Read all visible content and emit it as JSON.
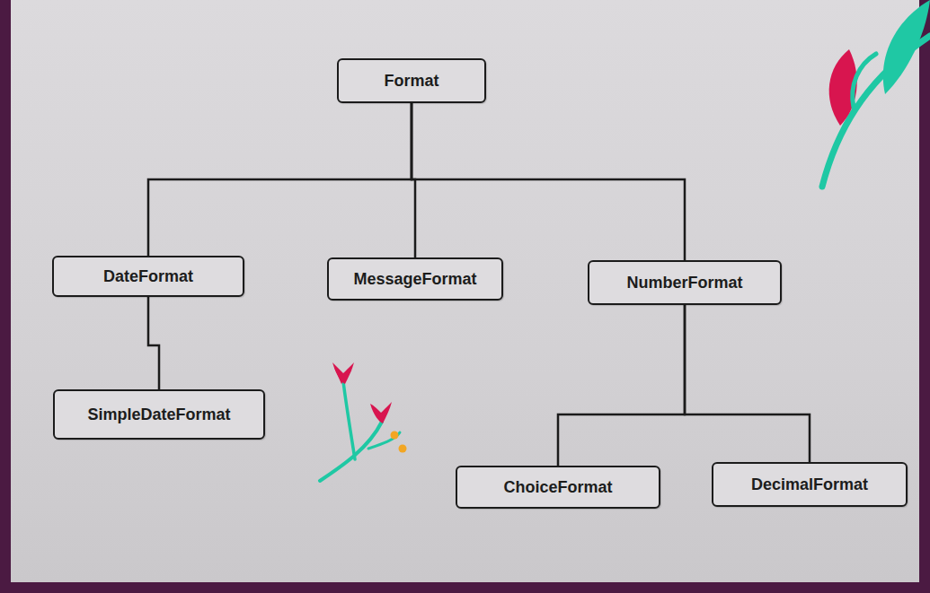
{
  "diagram": {
    "nodes": [
      {
        "text": [
          "Format"
        ]
      },
      {
        "text": [
          "DateFormat"
        ]
      },
      {
        "text": [
          "MessageFormat"
        ]
      },
      {
        "text": [
          "NumberFormat"
        ]
      },
      {
        "text": [
          "SimpleDateFormat"
        ]
      },
      {
        "text": [
          "ChoiceFormat"
        ]
      },
      {
        "text": [
          "DecimalFormat"
        ]
      }
    ],
    "edges": [
      {
        "from": 0,
        "to": 1,
        "arrow": "none"
      },
      {
        "from": 0,
        "to": 2,
        "arrow": "none"
      },
      {
        "from": 0,
        "to": 3,
        "arrow": "none"
      },
      {
        "from": 1,
        "to": 4,
        "arrow": "none"
      },
      {
        "from": 3,
        "to": 5,
        "arrow": "none"
      },
      {
        "from": 3,
        "to": 6,
        "arrow": "none"
      }
    ]
  }
}
